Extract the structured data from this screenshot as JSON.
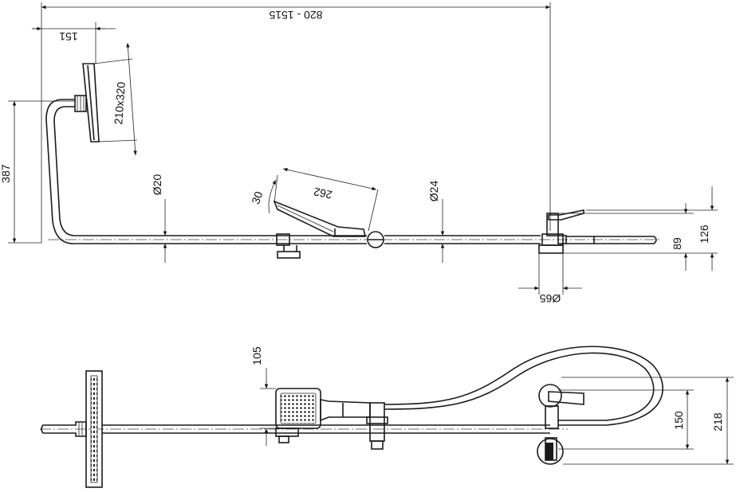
{
  "diagram": {
    "dimensions": {
      "overall_width": "820 - 1515",
      "head_offset": "151",
      "head_size": "210x320",
      "arm_height": "387",
      "pipe_dia": "Ø20",
      "hand_angle": "30",
      "hand_length": "262",
      "rail_dia": "Ø24",
      "valve_dia": "Ø65",
      "valve_h1": "89",
      "valve_h2": "126",
      "front_handle": "105",
      "front_h1": "150",
      "front_h2": "218"
    }
  }
}
